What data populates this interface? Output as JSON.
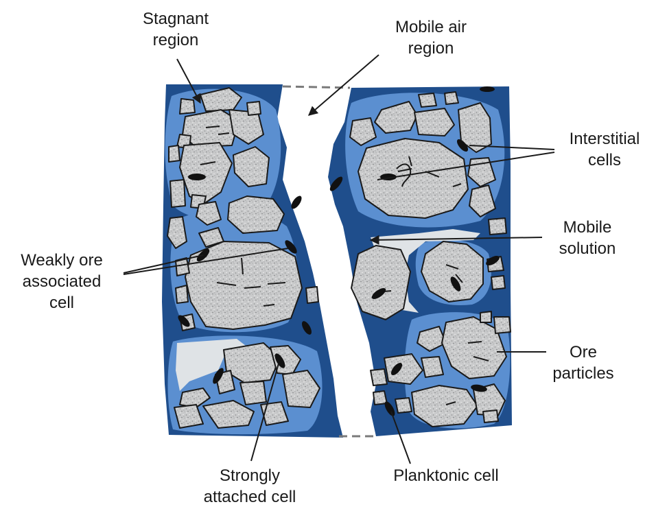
{
  "colors": {
    "dark_blue": "#1f4e8c",
    "medium_blue": "#5b8fd0",
    "air_gap": "#dfe3e6",
    "particle_fill": "#c9cacb",
    "outline": "#1a1a1a"
  },
  "labels": {
    "stagnant_region": [
      "Stagnant",
      "region"
    ],
    "mobile_air_region": [
      "Mobile air",
      "region"
    ],
    "interstitial_cells": [
      "Interstitial",
      "cells"
    ],
    "mobile_solution": [
      "Mobile",
      "solution"
    ],
    "weakly_ore_associated_cell": [
      "Weakly ore",
      "associated",
      "cell"
    ],
    "ore_particles": [
      "Ore",
      "particles"
    ],
    "strongly_attached_cell": [
      "Strongly",
      "attached cell"
    ],
    "planktonic_cell": [
      "Planktonic cell"
    ]
  }
}
